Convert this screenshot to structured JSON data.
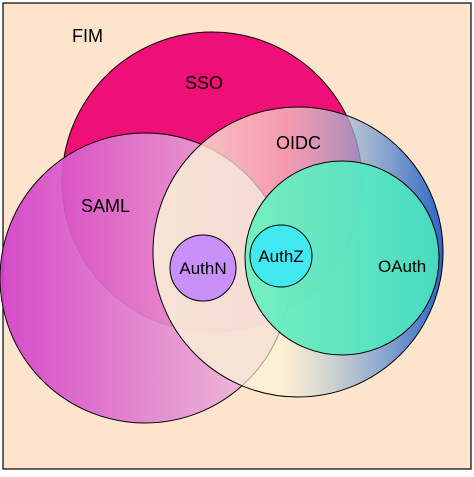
{
  "diagram": {
    "type": "nested-venn",
    "labels": {
      "fim": "FIM",
      "sso": "SSO",
      "oidc": "OIDC",
      "saml": "SAML",
      "authn": "AuthN",
      "authz": "AuthZ",
      "oauth": "OAuth"
    },
    "colors": {
      "background": "#fde4cc",
      "border": "#000000",
      "sso": "#ee1077",
      "saml_left": "#d23dc8",
      "saml_right": "#f0c8d8",
      "oidc_left": "#fbf7d8",
      "oidc_right": "#1e5fc8",
      "oauth_left": "#6ef0c0",
      "oauth_right": "#48e0c0",
      "authn": "#c890f8",
      "authz": "#40e8f0"
    }
  }
}
